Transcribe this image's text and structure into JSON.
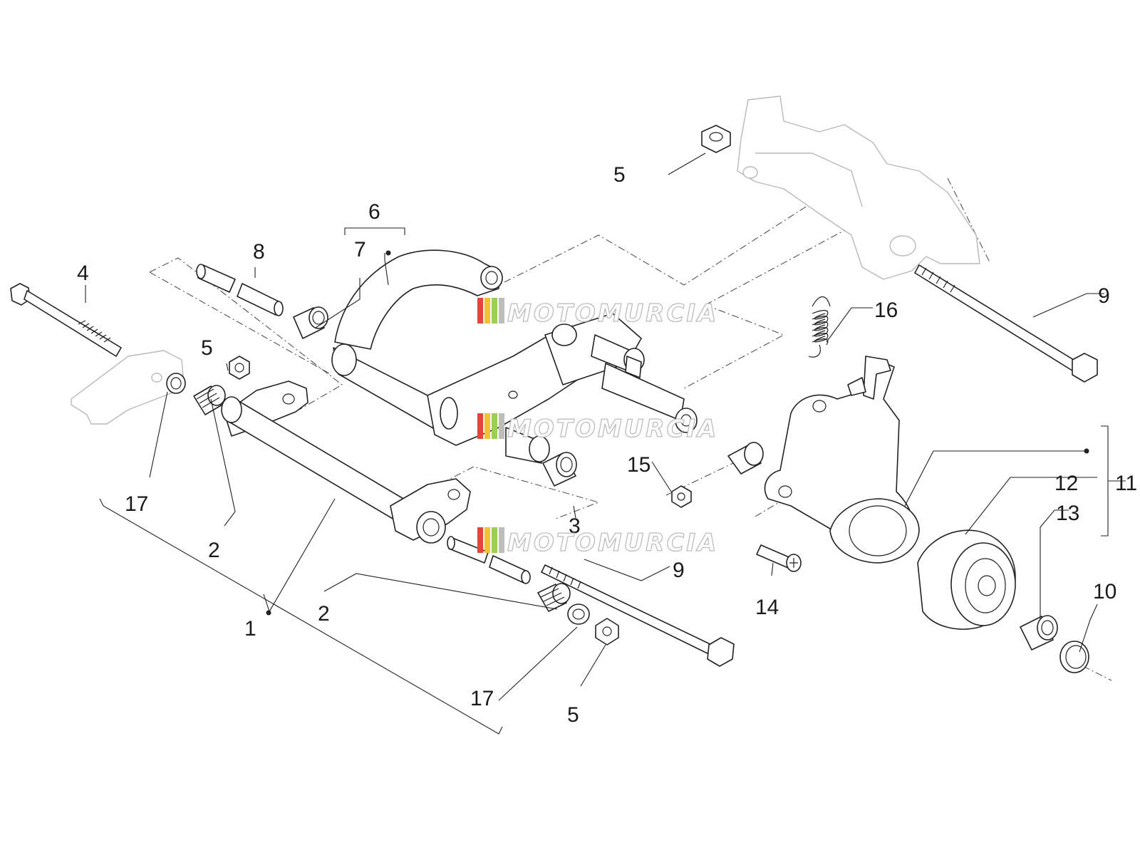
{
  "watermark": {
    "text": "MOTOMURCIA",
    "stripe_colors": [
      "#e4463c",
      "#f2c230",
      "#9ccf52",
      "#bdbdbd"
    ]
  },
  "callouts": {
    "c1": "1",
    "c2a": "2",
    "c2b": "2",
    "c3": "3",
    "c4": "4",
    "c5a": "5",
    "c5b": "5",
    "c5c": "5",
    "c6": "6",
    "c7": "7",
    "c8": "8",
    "c9a": "9",
    "c9b": "9",
    "c10": "10",
    "c11": "11",
    "c12": "12",
    "c13": "13",
    "c14": "14",
    "c15": "15",
    "c16": "16",
    "c17a": "17",
    "c17b": "17"
  },
  "colors": {
    "line": "#222222",
    "ghost": "#b9b9b9",
    "background": "#ffffff"
  }
}
